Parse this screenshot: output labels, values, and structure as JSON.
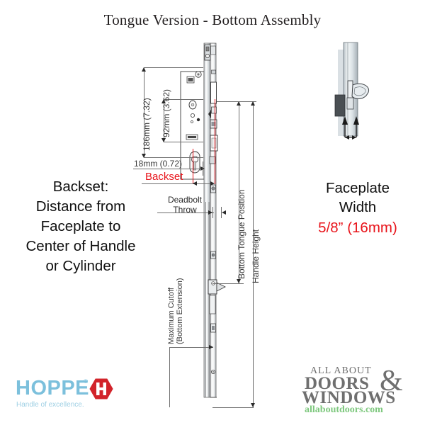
{
  "title": "Tongue Version - Bottom Assembly",
  "left_note": {
    "lines": [
      "Backset:",
      "Distance from",
      "Faceplate to",
      "Center of Handle",
      "or Cylinder"
    ]
  },
  "right_note": {
    "lines": [
      "Faceplate",
      "Width"
    ],
    "value": "5/8” (16mm)"
  },
  "dimensions": {
    "vertical_186": "186mm (7.32)",
    "vertical_92": "92mm (3.62)",
    "horizontal_18": "18mm (0.72)",
    "backset_label": "Backset",
    "deadbolt_throw": "Deadbolt\nThrow",
    "deadbolt_throw_l1": "Deadbolt",
    "deadbolt_throw_l2": "Throw",
    "bottom_tongue_position": "Bottom Tongue Position",
    "handle_height": "Handle Height",
    "maximum_cutoff_l1": "Maximum Cutoff",
    "maximum_cutoff_l2": "(Bottom Extension)"
  },
  "colors": {
    "red": "#e8131a",
    "hoppe_blue": "#7cc0dc",
    "hoppe_red": "#d2232a",
    "aadw_gray": "#6f6f6f",
    "aadw_green": "#7ec87e",
    "line_gray": "#6e6e6e",
    "ink": "#231f20"
  },
  "hoppe_logo": {
    "wordmark": "HOPPE",
    "registered": "®",
    "tagline": "Handle of excellence.",
    "hex_letter": "H"
  },
  "aadw_logo": {
    "line1": "ALL ABOUT",
    "line2": "DOORS",
    "ampersand": "&",
    "line3": "WINDOWS",
    "url": "allaboutdoors.com"
  }
}
